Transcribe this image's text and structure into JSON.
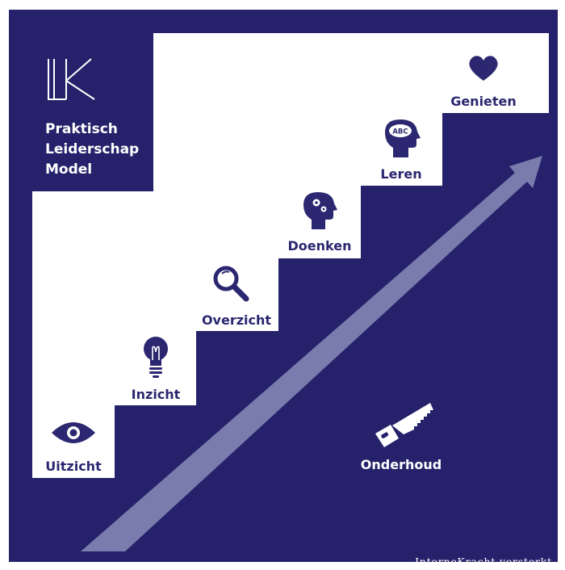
{
  "header": {
    "logo_text": "LK",
    "title_lines": [
      "Praktisch",
      "Leiderschap",
      "Model"
    ]
  },
  "steps": [
    {
      "label": "Uitzicht",
      "icon": "eye-icon"
    },
    {
      "label": "Inzicht",
      "icon": "lightbulb-icon"
    },
    {
      "label": "Overzicht",
      "icon": "magnifier-icon"
    },
    {
      "label": "Doenken",
      "icon": "head-gears-icon"
    },
    {
      "label": "Leren",
      "icon": "head-abc-icon",
      "icon_text": "ABC"
    },
    {
      "label": "Genieten",
      "icon": "heart-icon"
    }
  ],
  "maintenance": {
    "label": "Onderhoud",
    "icon": "saw-icon"
  },
  "footer": "InterneKracht versterkt",
  "colors": {
    "navy": "#25226b",
    "icon": "#2b2770",
    "arrow": "#7a7cae",
    "white": "#ffffff"
  }
}
